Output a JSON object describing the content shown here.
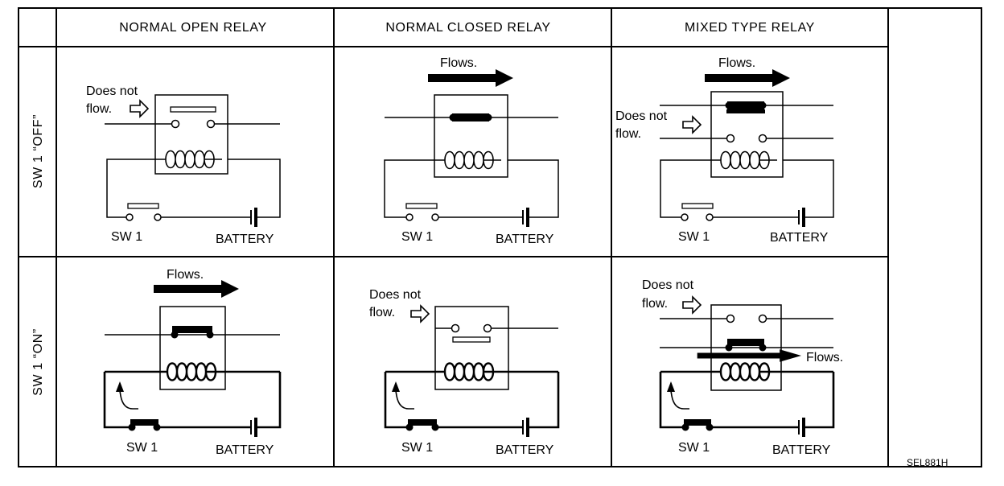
{
  "columns": [
    {
      "key": "no",
      "title": "NORMAL OPEN RELAY"
    },
    {
      "key": "nc",
      "title": "NORMAL CLOSED RELAY"
    },
    {
      "key": "mixed",
      "title": "MIXED TYPE RELAY"
    }
  ],
  "rows": [
    {
      "key": "off",
      "title": "SW 1 “OFF”"
    },
    {
      "key": "on",
      "title": "SW 1 “ON”"
    }
  ],
  "labels": {
    "flows": "Flows.",
    "does_not_1": "Does not",
    "does_not_2": "flow.",
    "sw1": "SW 1",
    "battery": "BATTERY"
  },
  "figure_code": "SEL881H"
}
